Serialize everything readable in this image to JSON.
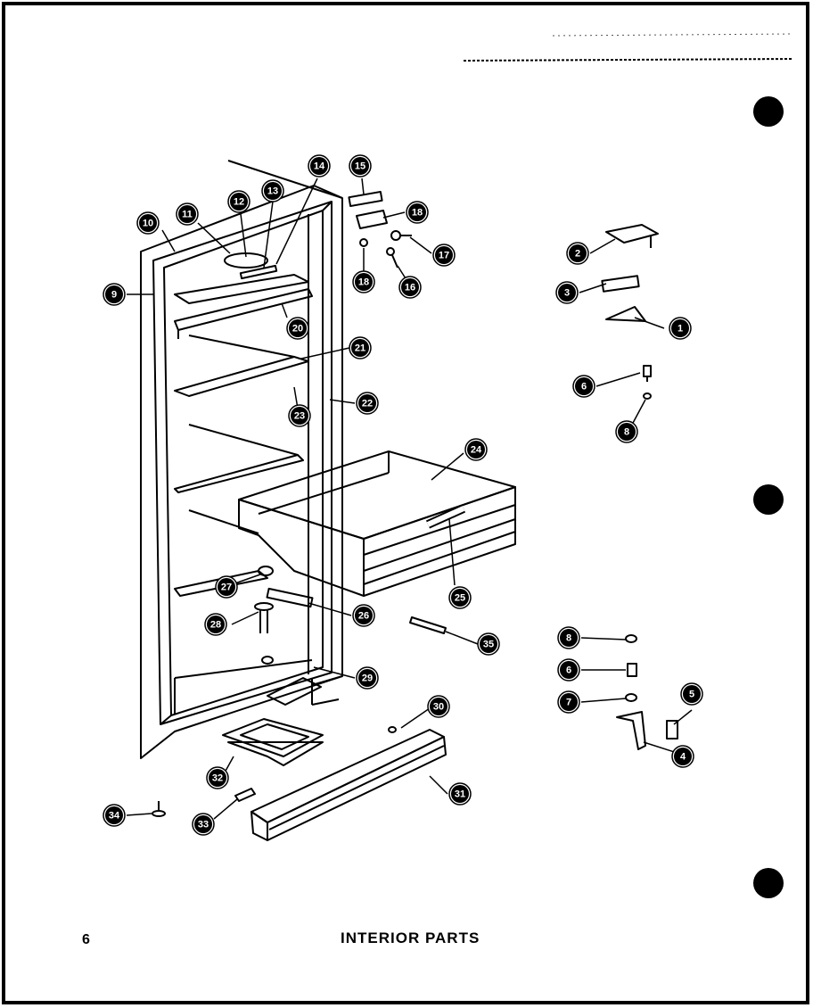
{
  "page": {
    "number": "6",
    "title": "INTERIOR PARTS"
  },
  "callouts": [
    {
      "id": "c1",
      "label": "1"
    },
    {
      "id": "c2",
      "label": "2"
    },
    {
      "id": "c3",
      "label": "3"
    },
    {
      "id": "c4",
      "label": "4"
    },
    {
      "id": "c5",
      "label": "5"
    },
    {
      "id": "c6a",
      "label": "6"
    },
    {
      "id": "c6b",
      "label": "6"
    },
    {
      "id": "c7",
      "label": "7"
    },
    {
      "id": "c8a",
      "label": "8"
    },
    {
      "id": "c8b",
      "label": "8"
    },
    {
      "id": "c9",
      "label": "9"
    },
    {
      "id": "c10",
      "label": "10"
    },
    {
      "id": "c11",
      "label": "11"
    },
    {
      "id": "c12",
      "label": "12"
    },
    {
      "id": "c13",
      "label": "13"
    },
    {
      "id": "c14",
      "label": "14"
    },
    {
      "id": "c15",
      "label": "15"
    },
    {
      "id": "c16a",
      "label": "16"
    },
    {
      "id": "c16b",
      "label": "18"
    },
    {
      "id": "c17",
      "label": "17"
    },
    {
      "id": "c18",
      "label": "18"
    },
    {
      "id": "c20",
      "label": "20"
    },
    {
      "id": "c21",
      "label": "21"
    },
    {
      "id": "c22",
      "label": "22"
    },
    {
      "id": "c23",
      "label": "23"
    },
    {
      "id": "c24",
      "label": "24"
    },
    {
      "id": "c25",
      "label": "25"
    },
    {
      "id": "c26",
      "label": "26"
    },
    {
      "id": "c27",
      "label": "27"
    },
    {
      "id": "c28",
      "label": "28"
    },
    {
      "id": "c29",
      "label": "29"
    },
    {
      "id": "c30",
      "label": "30"
    },
    {
      "id": "c31",
      "label": "31"
    },
    {
      "id": "c32",
      "label": "32"
    },
    {
      "id": "c33",
      "label": "33"
    },
    {
      "id": "c34",
      "label": "34"
    },
    {
      "id": "c35",
      "label": "35"
    }
  ]
}
